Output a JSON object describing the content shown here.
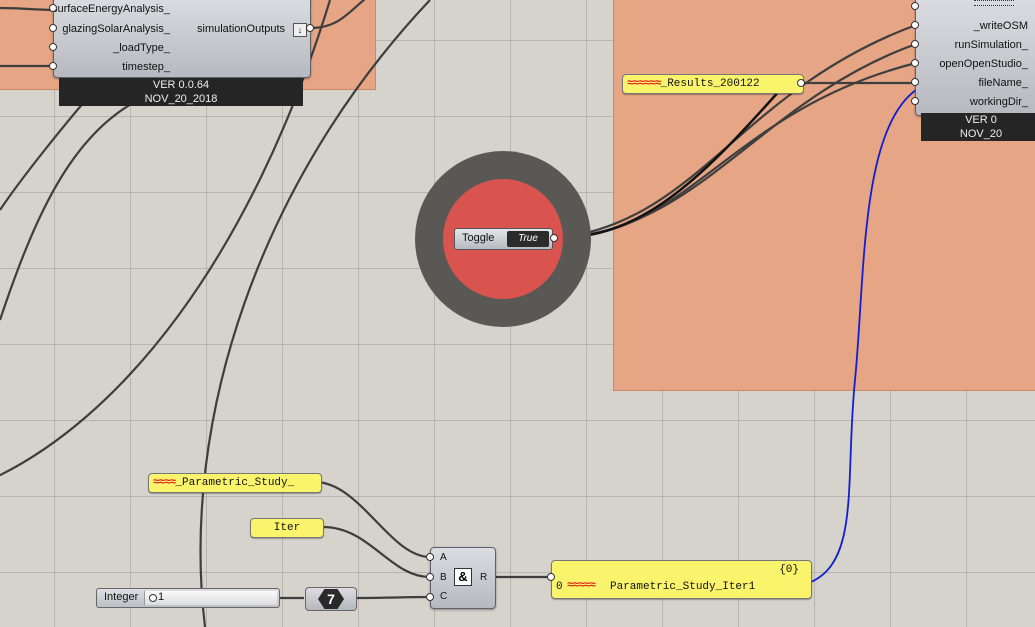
{
  "comp_left": {
    "inputs": [
      "surfaceEnergyAnalysis_",
      "glazingSolarAnalysis_",
      "_loadType_",
      "timestep_"
    ],
    "output": "simulationOutputs",
    "version": "VER 0.0.64",
    "date": "NOV_20_2018"
  },
  "comp_right": {
    "inputs": [
      "_writeOSM",
      "runSimulation_",
      "openOpenStudio_",
      "fileName_",
      "workingDir_"
    ],
    "version": "VER 0",
    "date": "NOV_20"
  },
  "panel_filename": {
    "text": "_Results_200122"
  },
  "toggle": {
    "label": "Toggle",
    "value": "True"
  },
  "panel_study": {
    "text": "_Parametric_Study_"
  },
  "panel_iter": {
    "text": "Iter"
  },
  "concat": {
    "inputs": [
      "A",
      "B",
      "C"
    ],
    "output": "R",
    "symbol": "&"
  },
  "integer_slider": {
    "label": "Integer",
    "value": "1"
  },
  "number_param": {
    "value": "7"
  },
  "panel_output": {
    "header": "{0}",
    "index": "0",
    "text": "Parametric_Study_Iter1"
  },
  "colors": {
    "group": "#e6a584",
    "panel": "#f9f46b",
    "wire": "#3e3e3e",
    "selected_wire": "#1020d0",
    "toggle_ring": "#d9534f"
  }
}
